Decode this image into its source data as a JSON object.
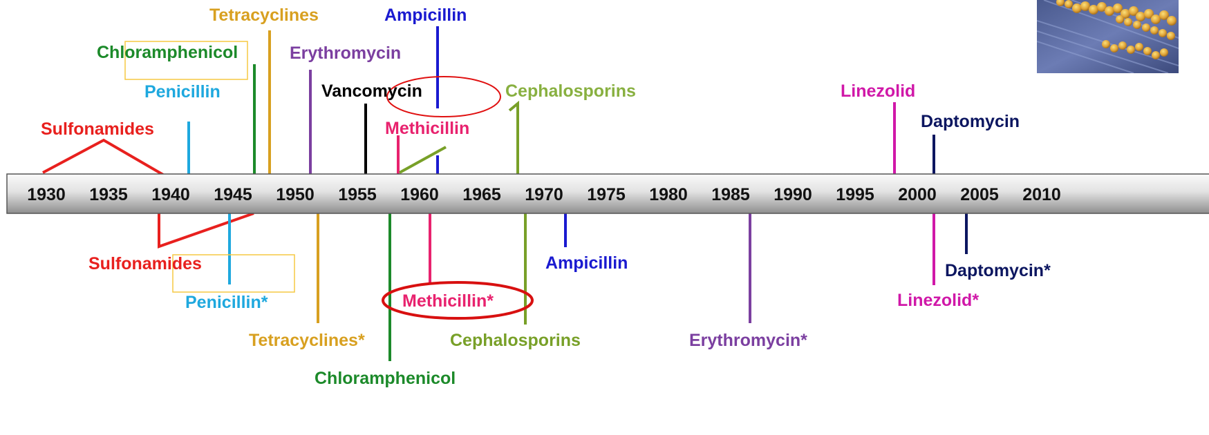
{
  "timeline": {
    "years": [
      "1930",
      "1935",
      "1940",
      "1945",
      "1950",
      "1955",
      "1960",
      "1965",
      "1970",
      "1975",
      "1980",
      "1985",
      "1990",
      "1995",
      "2000",
      "2005",
      "2010"
    ]
  },
  "colors": {
    "sulfonamides": "#e8201e",
    "penicillin": "#1ea8de",
    "chloramphenicol": "#1c8a2a",
    "tetracyclines": "#d8a020",
    "erythromycin": "#7b3fa0",
    "vancomycin": "#000000",
    "ampicillin": "#1a1ad0",
    "methicillin": "#e8226e",
    "cephalosporins": "#78a028",
    "linezolid": "#d018a8",
    "daptomycin": "#0c1660",
    "highlight_box": "#f5c842",
    "highlight_oval": "#e01010"
  },
  "introduced": {
    "sulfonamides": "Sulfonamides",
    "penicillin": "Penicillin",
    "chloramphenicol": "Chloramphenicol",
    "tetracyclines": "Tetracyclines",
    "erythromycin": "Erythromycin",
    "vancomycin": "Vancomycin",
    "ampicillin": "Ampicillin",
    "methicillin": "Methicillin",
    "cephalosporins": "Cephalosporins",
    "linezolid": "Linezolid",
    "daptomycin": "Daptomycin"
  },
  "resistance": {
    "sulfonamides": "Sulfonamides",
    "penicillin": "Penicillin*",
    "tetracyclines": "Tetracyclines*",
    "chloramphenicol": "Chloramphenicol",
    "methicillin": "Methicillin*",
    "cephalosporins": "Cephalosporins",
    "ampicillin": "Ampicillin",
    "erythromycin": "Erythromycin*",
    "linezolid": "Linezolid*",
    "daptomycin": "Daptomycin*"
  },
  "image": {
    "subject": "bacteria-micrograph"
  }
}
